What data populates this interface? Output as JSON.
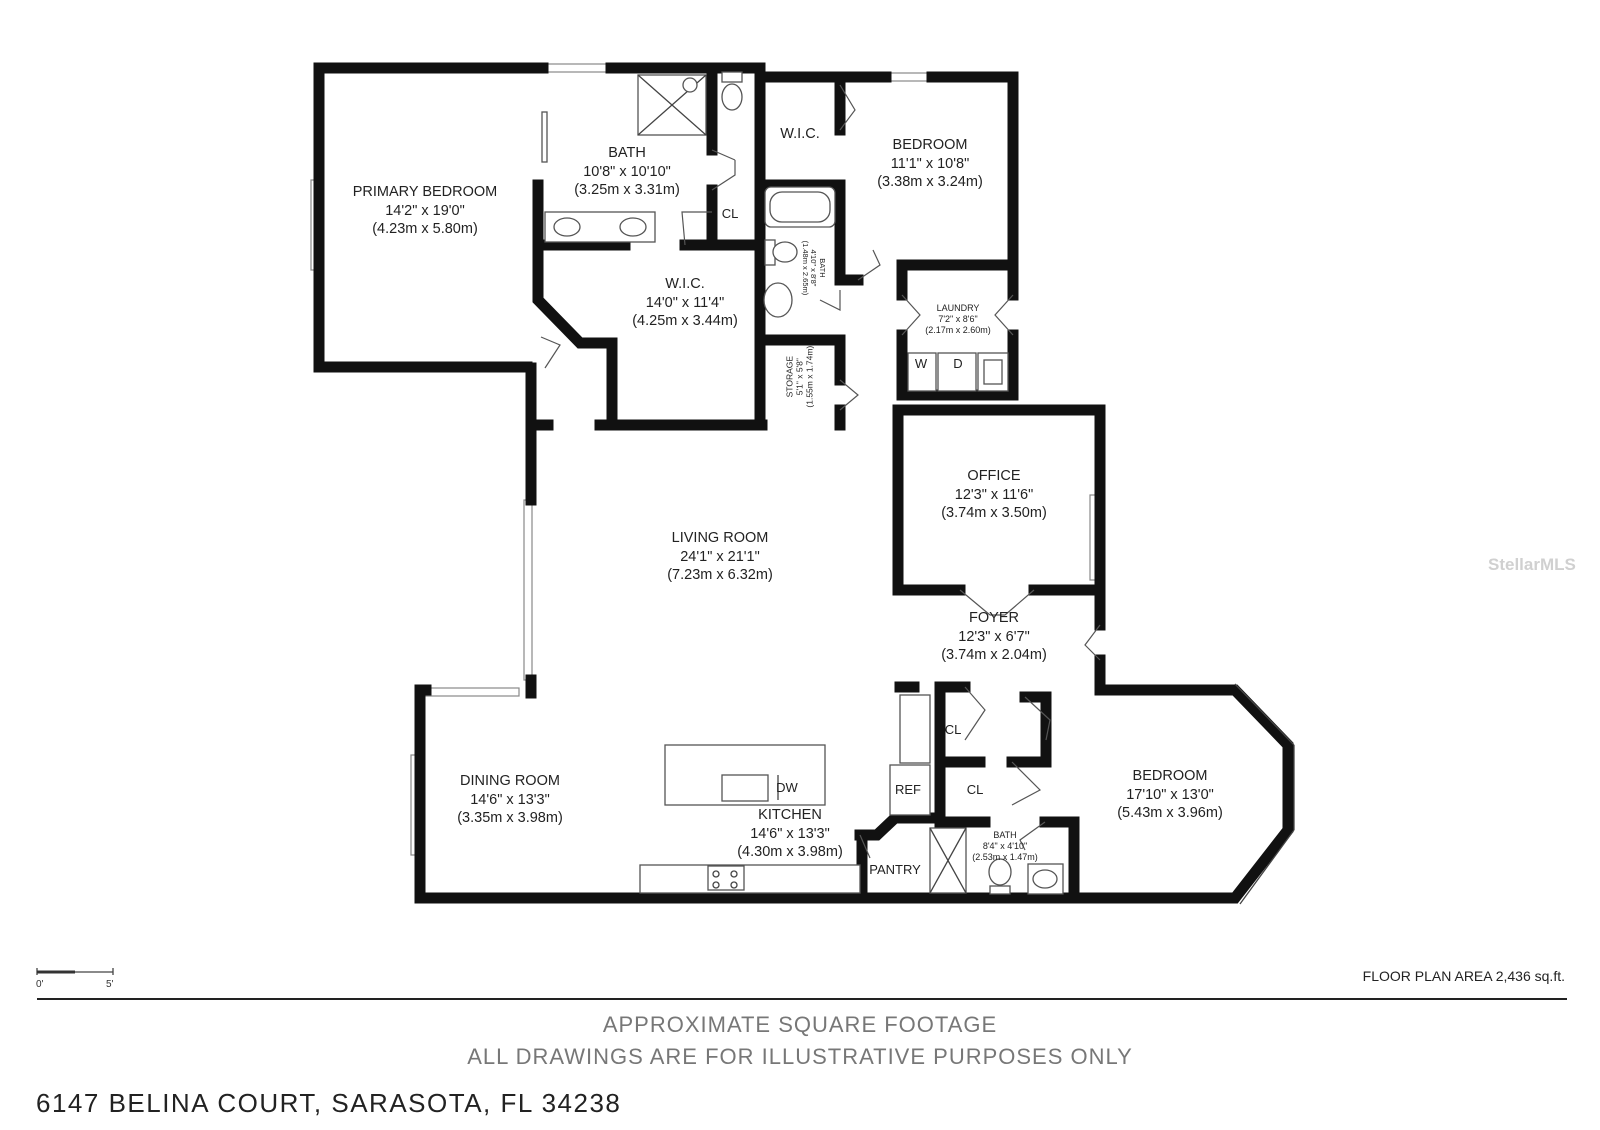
{
  "rooms": {
    "primary_bedroom": {
      "name": "PRIMARY BEDROOM",
      "dim_imperial": "14'2\" x 19'0\"",
      "dim_metric": "(4.23m x 5.80m)"
    },
    "bath_primary": {
      "name": "BATH",
      "dim_imperial": "10'8\" x 10'10\"",
      "dim_metric": "(3.25m x 3.31m)"
    },
    "wic_primary": {
      "name": "W.I.C.",
      "dim_imperial": "14'0\" x 11'4\"",
      "dim_metric": "(4.25m x 3.44m)"
    },
    "wic_bedroom": {
      "name": "W.I.C."
    },
    "bedroom_2": {
      "name": "BEDROOM",
      "dim_imperial": "11'1\" x 10'8\"",
      "dim_metric": "(3.38m x 3.24m)"
    },
    "bath_2": {
      "name": "BATH",
      "dim_imperial": "4'10\" x 8'8\"",
      "dim_metric": "(1.48m x 2.65m)"
    },
    "laundry": {
      "name": "LAUNDRY",
      "dim_imperial": "7'2\" x 8'6\"",
      "dim_metric": "(2.17m x 2.60m)"
    },
    "storage": {
      "name": "STORAGE",
      "dim_imperial": "5'1\" x 5'8\"",
      "dim_metric": "(1.55m x 1.74m)"
    },
    "office": {
      "name": "OFFICE",
      "dim_imperial": "12'3\" x 11'6\"",
      "dim_metric": "(3.74m x 3.50m)"
    },
    "living_room": {
      "name": "LIVING ROOM",
      "dim_imperial": "24'1\" x 21'1\"",
      "dim_metric": "(7.23m x 6.32m)"
    },
    "foyer": {
      "name": "FOYER",
      "dim_imperial": "12'3\" x 6'7\"",
      "dim_metric": "(3.74m x 2.04m)"
    },
    "dining_room": {
      "name": "DINING ROOM",
      "dim_imperial": "14'6\" x 13'3\"",
      "dim_metric": "(3.35m x 3.98m)"
    },
    "kitchen": {
      "name": "KITCHEN",
      "dim_imperial": "14'6\" x 13'3\"",
      "dim_metric": "(4.30m x 3.98m)"
    },
    "bedroom_3": {
      "name": "BEDROOM",
      "dim_imperial": "17'10\" x 13'0\"",
      "dim_metric": "(5.43m x 3.96m)"
    },
    "bath_3": {
      "name": "BATH",
      "dim_imperial": "8'4\" x 4'10\"",
      "dim_metric": "(2.53m x 1.47m)"
    }
  },
  "labels": {
    "cl_bath": "CL",
    "cl_foyer": "CL",
    "cl_bedroom3": "CL",
    "washer": "W",
    "dryer": "D",
    "ref": "REF",
    "dw": "DW",
    "pantry": "PANTRY"
  },
  "scale": {
    "start": "0'",
    "end": "5'"
  },
  "footer": {
    "area": "FLOOR PLAN AREA 2,436 sq.ft.",
    "disclaimer_1": "APPROXIMATE SQUARE FOOTAGE",
    "disclaimer_2": "ALL DRAWINGS ARE FOR ILLUSTRATIVE PURPOSES ONLY",
    "address": "6147 BELINA COURT, SARASOTA, FL 34238"
  },
  "watermark": "StellarMLS"
}
